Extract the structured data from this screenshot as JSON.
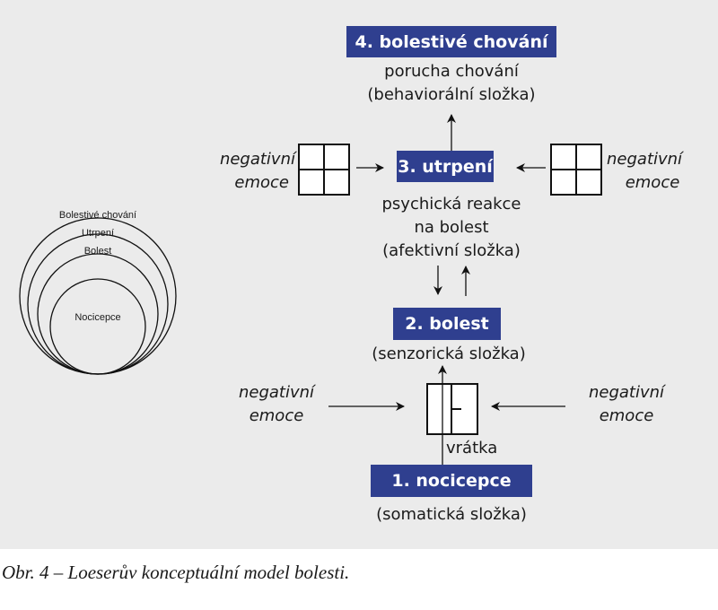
{
  "figure": {
    "colors": {
      "box_fill": "#2f3f8f",
      "box_text": "#ffffff",
      "background": "#ebebeb"
    },
    "levels": [
      {
        "id": "behavior",
        "label": "4. bolestivé chování",
        "desc": [
          "porucha chování",
          "(behaviorální složka)"
        ]
      },
      {
        "id": "suffering",
        "label": "3. utrpení",
        "desc": [
          "psychická reakce",
          "na bolest",
          "(afektivní složka)"
        ]
      },
      {
        "id": "pain",
        "label": "2. bolest",
        "desc": [
          "(senzorická složka)"
        ]
      },
      {
        "id": "nociception",
        "label": "1. nocicepce",
        "desc": [
          "(somatická složka)"
        ]
      }
    ],
    "negative_emotions": {
      "line1": "negativní",
      "line2": "emoce"
    },
    "gate_label": "vrátka",
    "nested_circles": [
      "Bolestivé chování",
      "Utrpení",
      "Bolest",
      "Nocicepce"
    ]
  },
  "caption": "Obr. 4 – Loeserův konceptuální model bolesti."
}
